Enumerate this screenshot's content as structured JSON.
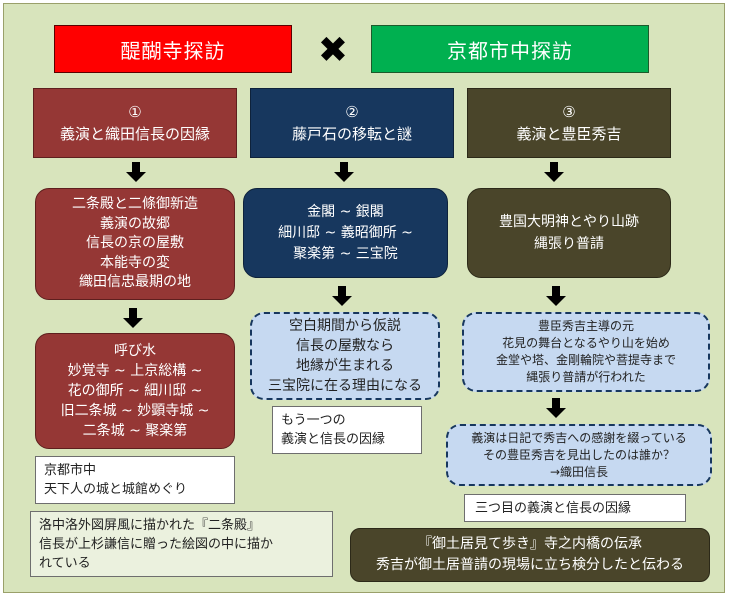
{
  "headers": {
    "left": "醍醐寺探訪",
    "cross": "✖",
    "right": "京都市中探訪"
  },
  "columns": [
    {
      "number": "①",
      "title": "義演と織田信長の因縁"
    },
    {
      "number": "②",
      "title": "藤戸石の移転と謎"
    },
    {
      "number": "③",
      "title": "義演と豊臣秀吉"
    }
  ],
  "col1": {
    "box1": [
      "二条殿と二條御新造",
      "義演の故郷",
      "信長の京の屋敷",
      "本能寺の変",
      "織田信忠最期の地"
    ],
    "box2": [
      "呼び水",
      "妙覚寺 ~ 上京総構 ~",
      "花の御所 ~ 細川邸 ~",
      "旧二条城 ~ 妙顕寺城 ~",
      "二条城 ~ 聚楽第"
    ],
    "note1": [
      "京都市中",
      "天下人の城と城館めぐり"
    ],
    "note2": [
      "洛中洛外図屏風に描かれた『二条殿』",
      "信長が上杉謙信に贈った絵図の中に描か",
      "れている"
    ]
  },
  "col2": {
    "box1": [
      "金閣 ~ 銀閣",
      "細川邸 ~ 義昭御所 ~",
      "聚楽第 ~ 三宝院"
    ],
    "box2": [
      "空白期間から仮説",
      "信長の屋敷なら",
      "地縁が生まれる",
      "三宝院に在る理由になる"
    ],
    "note": [
      "もう一つの",
      "義演と信長の因縁"
    ]
  },
  "col3": {
    "box1": [
      "豊国大明神とやり山跡",
      "縄張り普請"
    ],
    "box2": [
      "豊臣秀吉主導の元",
      "花見の舞台となるやり山を始め",
      "金堂や塔、金剛輪院や菩提寺まで",
      "縄張り普請が行われた"
    ],
    "box3": [
      "義演は日記で秀吉への感謝を綴っている",
      "その豊臣秀吉を見出したのは誰か？",
      "→織田信長"
    ],
    "note": "三つ目の義演と信長の因縁",
    "footer": [
      "『御土居見て歩き』寺之内橋の伝承",
      "秀吉が御土居普請の現場に立ち検分したと伝わる"
    ]
  }
}
